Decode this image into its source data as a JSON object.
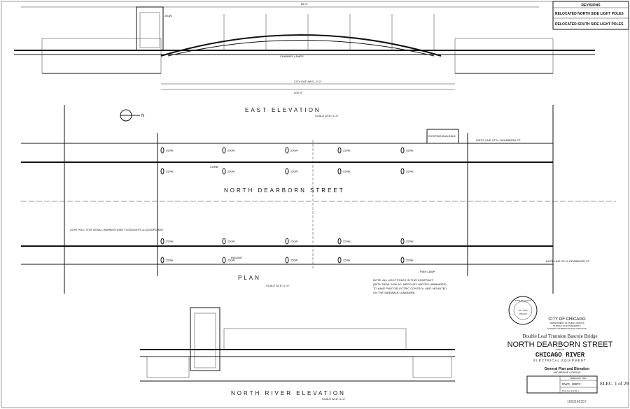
{
  "revisions": {
    "title": "REVISIONS",
    "entries": [
      "RELOCATED NORTH SIDE LIGHT POLES",
      "RELOCATED SOUTH SIDE LIGHT POLES"
    ]
  },
  "east_elevation": {
    "title": "EAST ELEVATION",
    "scale": "SCALE 3/16\"=1'-0\"",
    "labels": {
      "channel_lamps": "CHANNEL LAMPS",
      "city_datum": "CITY DATUM EL.0'-0\"",
      "lamp": "250W.",
      "span_top": "66'-0\"",
      "span_total": "200'-0\""
    }
  },
  "plan": {
    "title": "PLAN",
    "scale": "SCALE 3/16\"=1'-0\"",
    "street": "NORTH DEARBORN STREET",
    "labels": {
      "curb": "CURB",
      "railing": "RAILING",
      "pier_lamp": "PIER LAMP",
      "existing_building": "EXISTING BUILDING",
      "west_line": "WEST LINE OF N. DEARBORN ST.",
      "east_line": "EAST LINE OF N. DEARBORN ST.",
      "north_arrow": "N",
      "light_pole_note": "LIGHT POLE, STOP SIGNAL, WARNING HORN, FLOODLIGHTS & LOUDSPEAKER"
    },
    "lamp_label": "250W.",
    "note": [
      "NOTE: ALL LIGHT POLES IN THIS CONTRACT",
      "(WITH 250W. 240V.AC. MERCURY VAPOR LUMINAIRES)",
      "TO HAVE PHOTOELECTRIC CONTROL UNIT, MOUNTED",
      "ON THE SIDEWALK LUMINAIRE."
    ]
  },
  "river_elevation": {
    "title": "NORTH RIVER ELEVATION",
    "scale": "SCALE 3/16\"=1'-0\""
  },
  "title_block": {
    "seal": [
      "STATE OF ILLINOIS",
      "NO. 1378",
      "CHICAGO"
    ],
    "city": "CITY OF CHICAGO",
    "department": "DEPARTMENT OF PUBLIC WORKS",
    "bureau": "BUREAU OF ENGINEERING",
    "division": "DIVISION OF BRIDGES AND VIADUCTS",
    "bridge_type": "Double Leaf Trunnion Bascule Bridge",
    "street": "NORTH DEARBORN STREET",
    "over": "OVER THE",
    "river": "CHICAGO RIVER",
    "subject": "ELECTRICAL EQUIPMENT",
    "sheet_title": "General Plan and Elevation",
    "sheet_subtitle": "AND BRIDGE LIGHTING",
    "date": "FEBRUARY 1962",
    "dwg": "DWG. 19970",
    "file_no": "FILE No. 1114Q-1",
    "sheet": "ELEC. 1 of 29",
    "doc_number": "1660140357"
  }
}
